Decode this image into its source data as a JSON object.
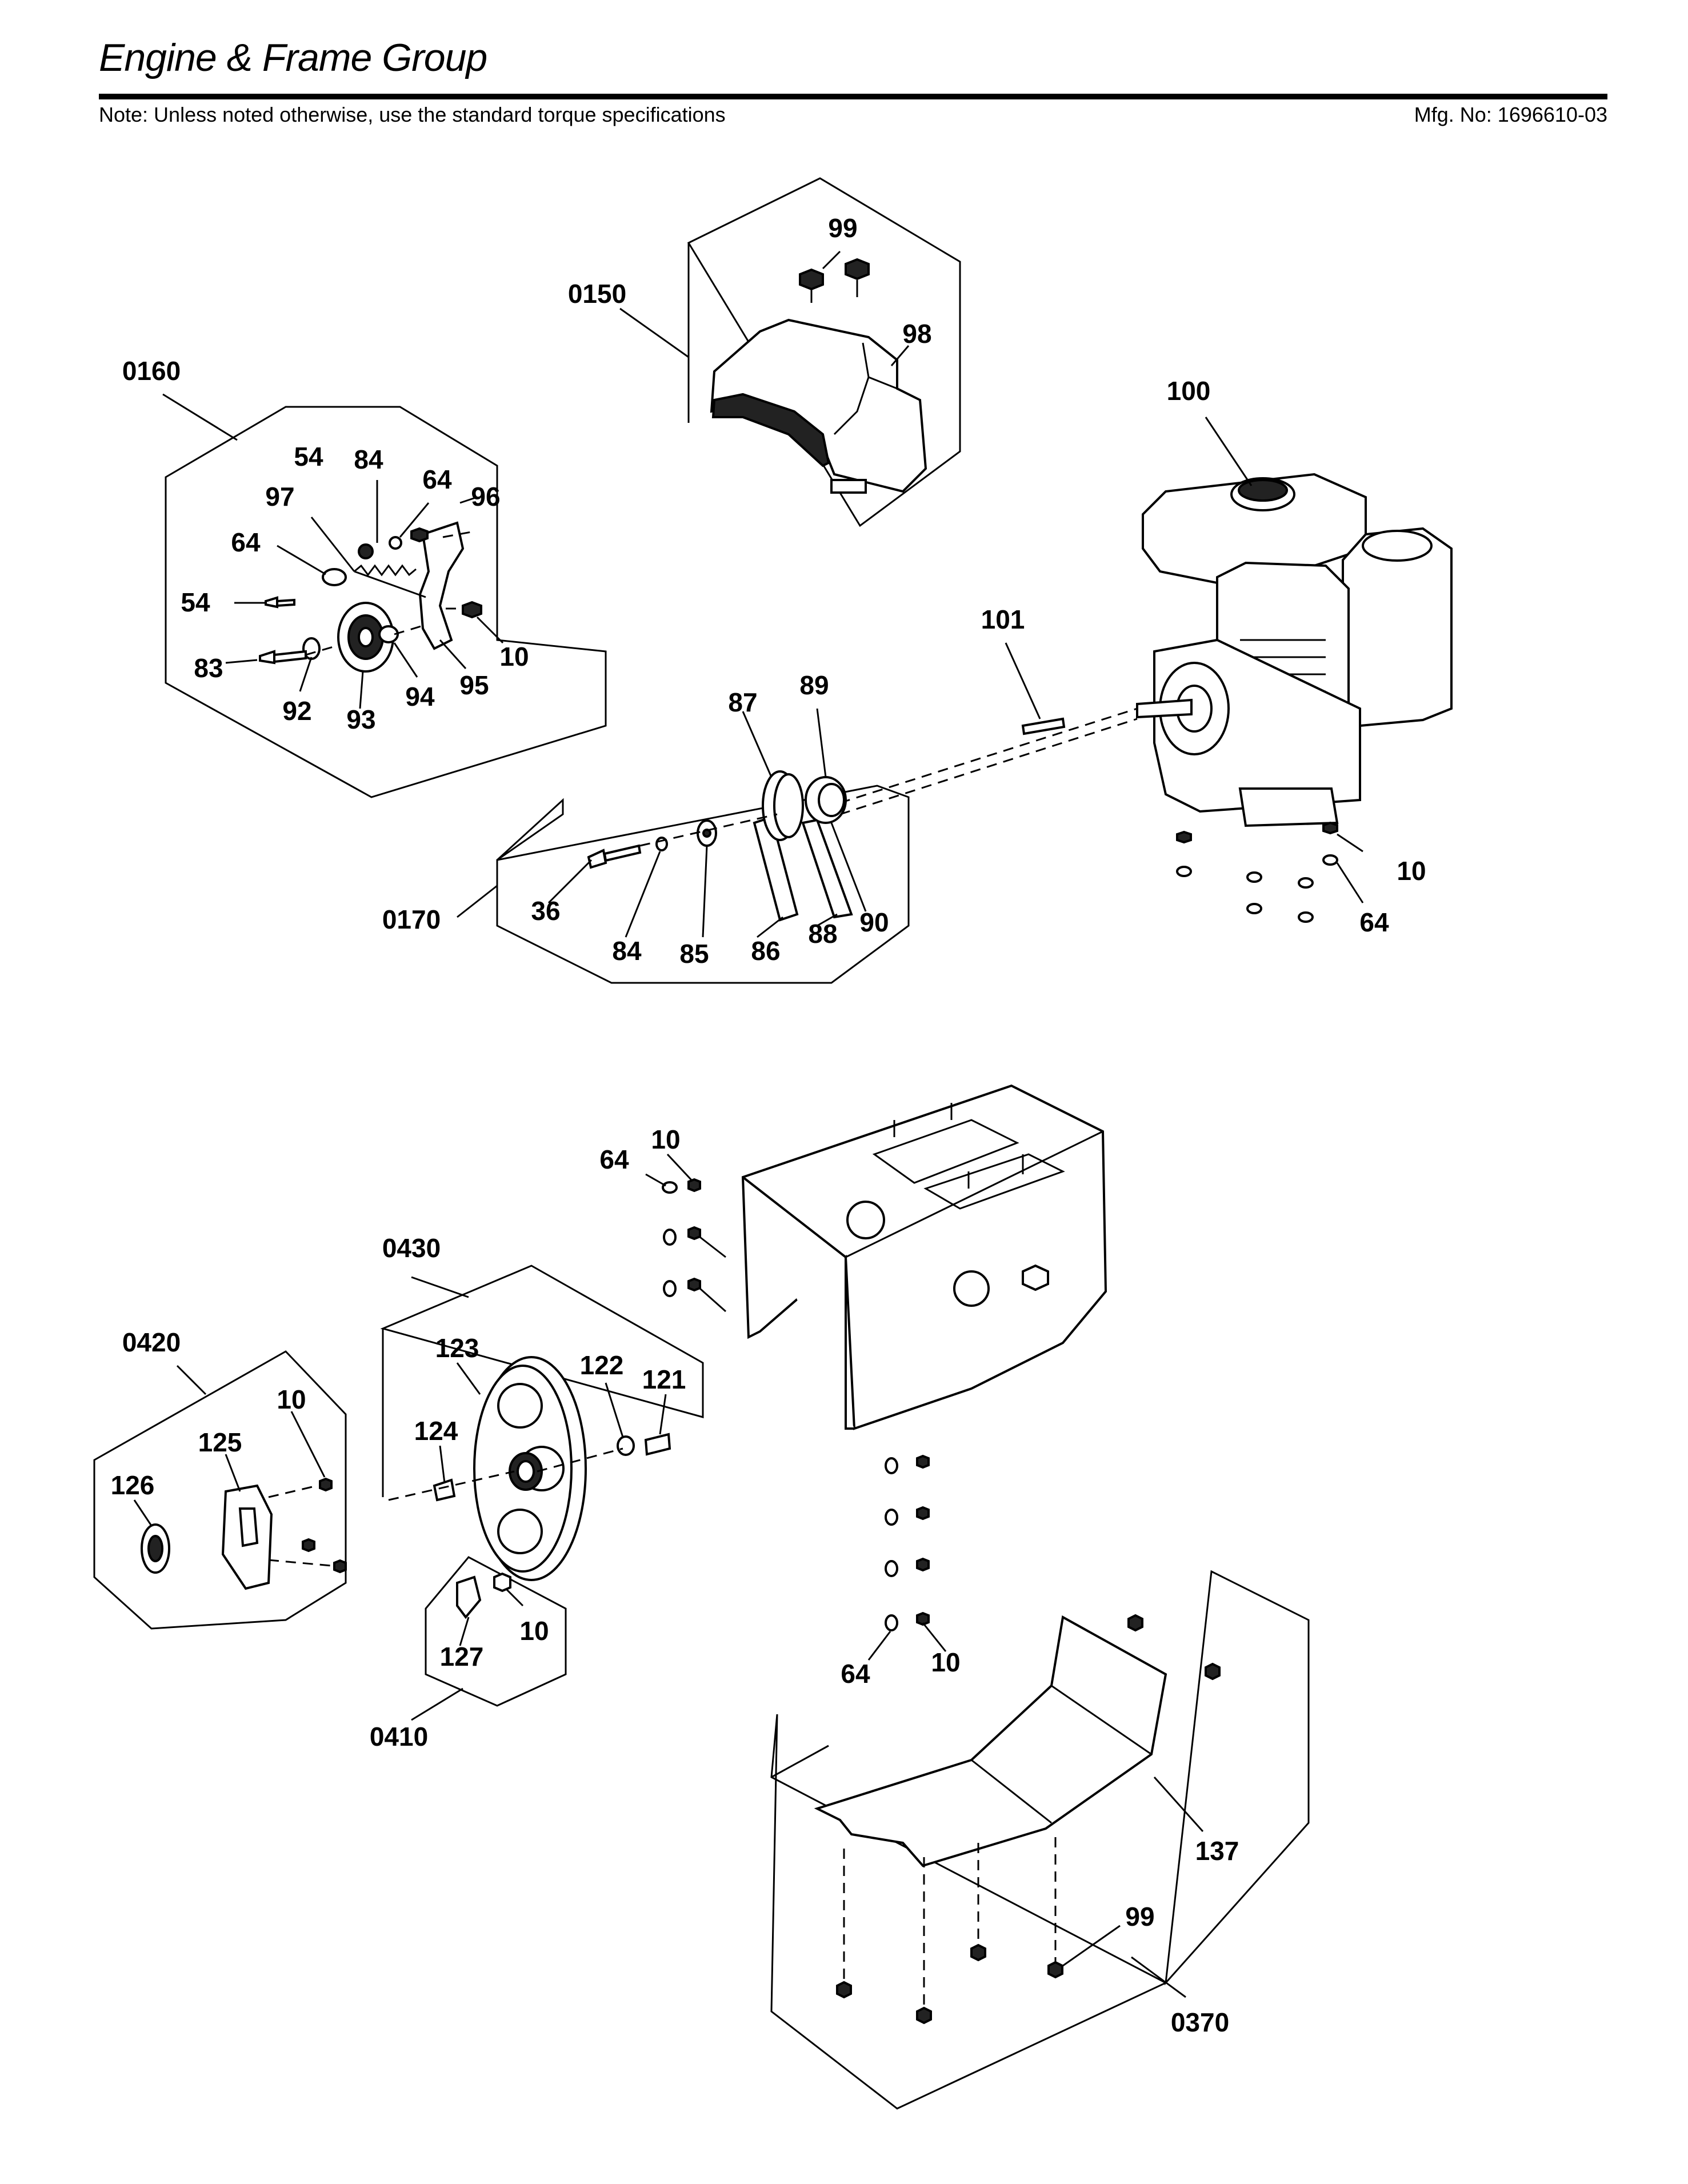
{
  "header": {
    "title": "Engine & Frame Group",
    "note": "Note: Unless noted otherwise, use the standard torque specifications",
    "mfg_no": "Mfg. No: 1696610-03"
  },
  "callouts": {
    "c0150": "0150",
    "c99a": "99",
    "c98": "98",
    "c0160": "0160",
    "c100": "100",
    "c54a": "54",
    "c84a": "84",
    "c64a": "64",
    "c97": "97",
    "c96": "96",
    "c64b": "64",
    "c54b": "54",
    "c10a": "10",
    "c83": "83",
    "c92": "92",
    "c93": "93",
    "c94": "94",
    "c95": "95",
    "c101": "101",
    "c87": "87",
    "c89": "89",
    "c10b": "10",
    "c64c": "64",
    "c0170": "0170",
    "c36": "36",
    "c84b": "84",
    "c85": "85",
    "c86": "86",
    "c88": "88",
    "c90": "90",
    "c10c": "10",
    "c64d": "64",
    "c0430": "0430",
    "c0420": "0420",
    "c123": "123",
    "c122": "122",
    "c121": "121",
    "c10d": "10",
    "c124": "124",
    "c125": "125",
    "c126": "126",
    "c127": "127",
    "c10e": "10",
    "c0410": "0410",
    "c64e": "64",
    "c10f": "10",
    "c137": "137",
    "c99b": "99",
    "c0370": "0370"
  }
}
